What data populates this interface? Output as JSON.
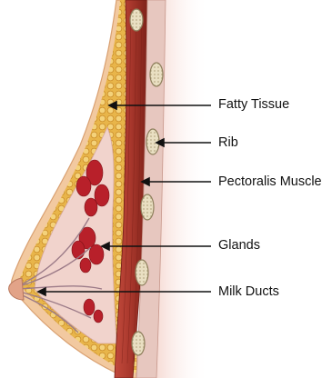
{
  "diagram": {
    "labels": [
      {
        "id": "fatty-tissue",
        "text": "Fatty Tissue"
      },
      {
        "id": "rib",
        "text": "Rib"
      },
      {
        "id": "pectoralis-muscle",
        "text": "Pectoralis Muscle"
      },
      {
        "id": "glands",
        "text": "Glands"
      },
      {
        "id": "milk-ducts",
        "text": "Milk Ducts"
      }
    ],
    "colors": {
      "fat": "#e8b54a",
      "fat_dark": "#c98a26",
      "muscle": "#a8372c",
      "muscle_dark": "#7e2219",
      "gland": "#b8202a",
      "skin": "#f2c9a0",
      "bone": "#e9dfc2",
      "arrow": "#111111"
    }
  }
}
